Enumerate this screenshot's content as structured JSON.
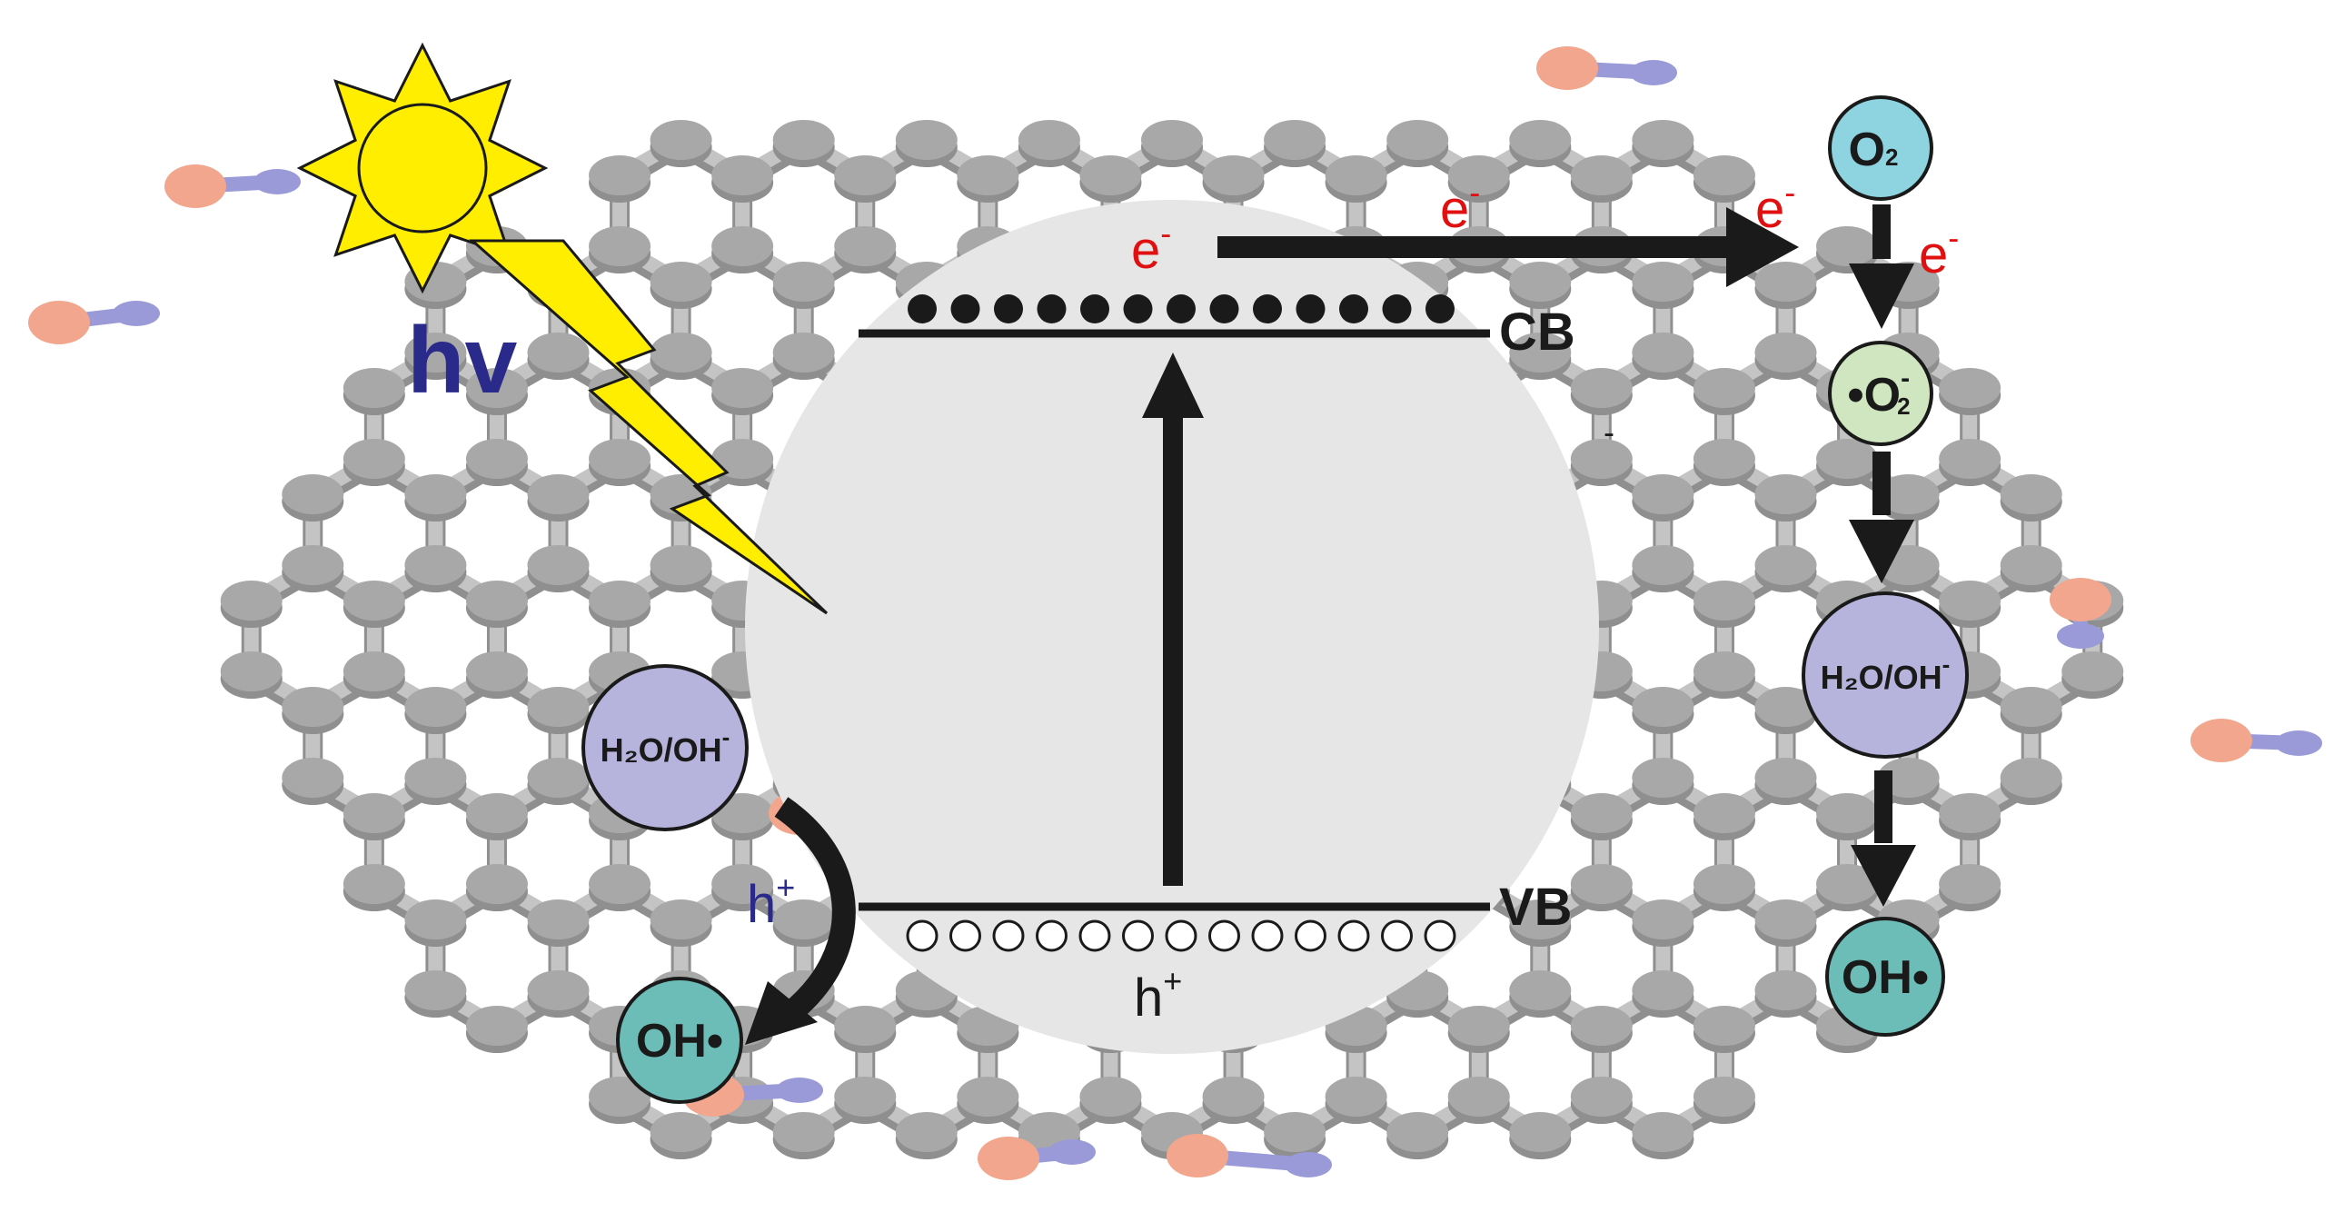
{
  "labels": {
    "hv": "hv",
    "cb": "CB",
    "vb": "VB",
    "e": "e",
    "minus": "-",
    "h": "h",
    "plus": "+",
    "o2_base": "O",
    "o2_sub": "2",
    "oh": "OH",
    "h2o_oh": "H₂O/OH",
    "dot": "•"
  },
  "counts": {
    "electrons": 13,
    "holes": 13
  },
  "colors": {
    "background": "#ffffff",
    "graphene": "#a8a8a8",
    "graphene_light": "#c4c4c4",
    "particle": "#e6e6e6",
    "sun": "#ffee00",
    "outline": "#1a1a1a",
    "electron_text": "#e01010",
    "hv_text": "#2a2a8a",
    "hole_text_left": "#2a2a8a",
    "o2": "#8ed3e0",
    "superoxide": "#cfe6c0",
    "h2o": "#b6b4dc",
    "oh": "#6cbcb8",
    "o_atom": "#f2a68e",
    "h_atom": "#9a9ad8"
  }
}
